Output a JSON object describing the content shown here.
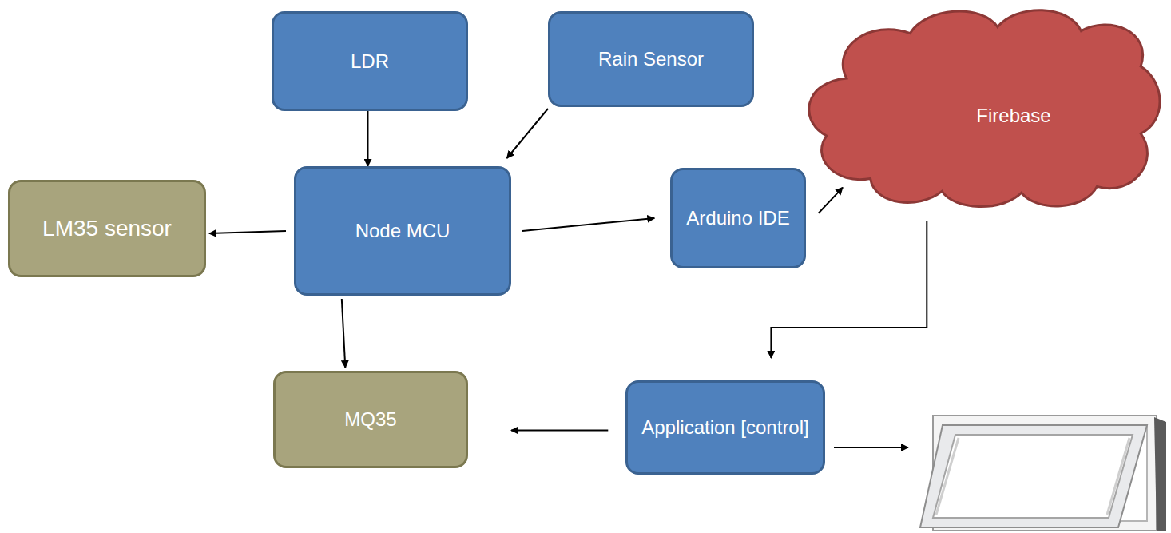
{
  "diagram": {
    "nodes": [
      {
        "text": [
          "LDR"
        ]
      },
      {
        "text": [
          "Rain Sensor"
        ]
      },
      {
        "text": [
          "Firebase"
        ]
      },
      {
        "text": [
          "LM35 sensor"
        ]
      },
      {
        "text": [
          "Node MCU"
        ]
      },
      {
        "text": [
          "Arduino IDE"
        ]
      },
      {
        "text": [
          "MQ35"
        ]
      },
      {
        "text": [
          "Application [control]"
        ]
      }
    ],
    "edges": [
      {
        "from": 0,
        "to": 4,
        "arrow": "to"
      },
      {
        "from": 1,
        "to": 4,
        "arrow": "to"
      },
      {
        "from": 4,
        "to": 3,
        "arrow": "to"
      },
      {
        "from": 4,
        "to": 6,
        "arrow": "to"
      },
      {
        "from": 4,
        "to": 5,
        "arrow": "to"
      },
      {
        "from": 5,
        "to": 2,
        "arrow": "to"
      },
      {
        "from": 2,
        "to": 7,
        "arrow": "to"
      },
      {
        "from": 7,
        "to": 6,
        "arrow": "to"
      }
    ]
  }
}
